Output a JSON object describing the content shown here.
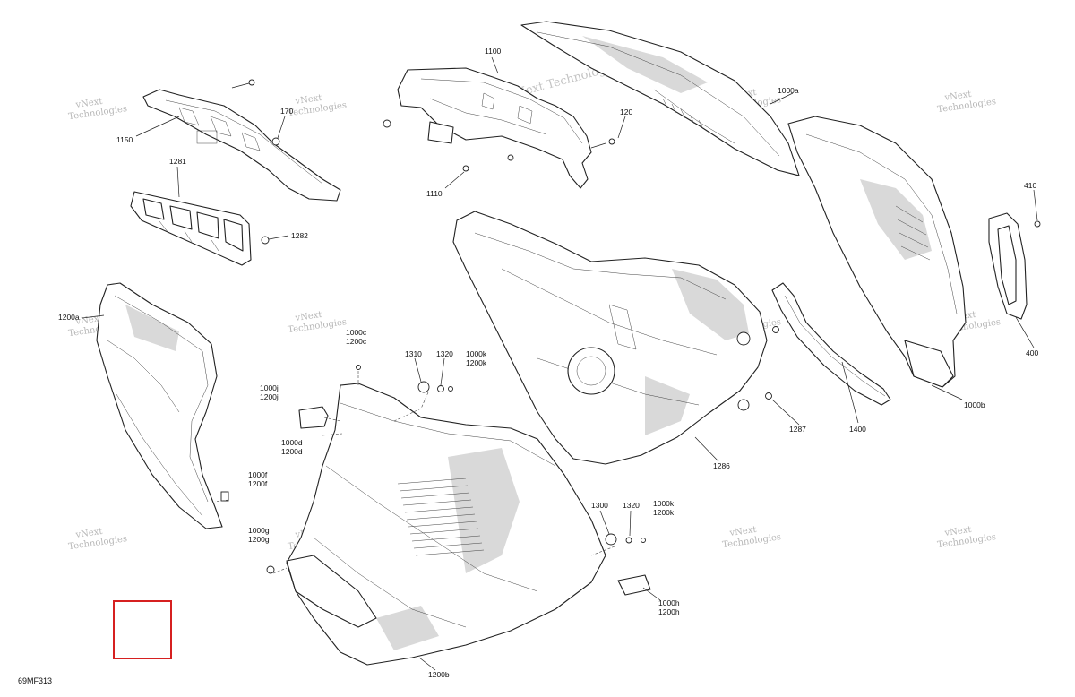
{
  "figure_id": "69MF313",
  "watermark_line1": "vNext",
  "watermark_line2": "Technologies",
  "watermark_full": "vNext Technologies",
  "accent_box_color": "#d62020",
  "callouts": {
    "c1100": "1100",
    "c1000a": "1000a",
    "c170": "170",
    "c120": "120",
    "c1150": "1150",
    "c1110": "1110",
    "c1281": "1281",
    "c1282": "1282",
    "c410": "410",
    "c1200a": "1200a",
    "c1000c": "1000c",
    "c1200c": "1200c",
    "c1310": "1310",
    "c1320a": "1320",
    "c1000k_a": "1000k",
    "c1200k_a": "1200k",
    "c1000j": "1000j",
    "c1200j": "1200j",
    "c1000d": "1000d",
    "c1200d": "1200d",
    "c400": "400",
    "c1287": "1287",
    "c1400": "1400",
    "c1000b": "1000b",
    "c1286": "1286",
    "c1000f": "1000f",
    "c1200f": "1200f",
    "c1300": "1300",
    "c1320b": "1320",
    "c1000k_b": "1000k",
    "c1200k_b": "1200k",
    "c1000g": "1000g",
    "c1200g": "1200g",
    "c1000h": "1000h",
    "c1200h": "1200h",
    "c1200b": "1200b"
  }
}
